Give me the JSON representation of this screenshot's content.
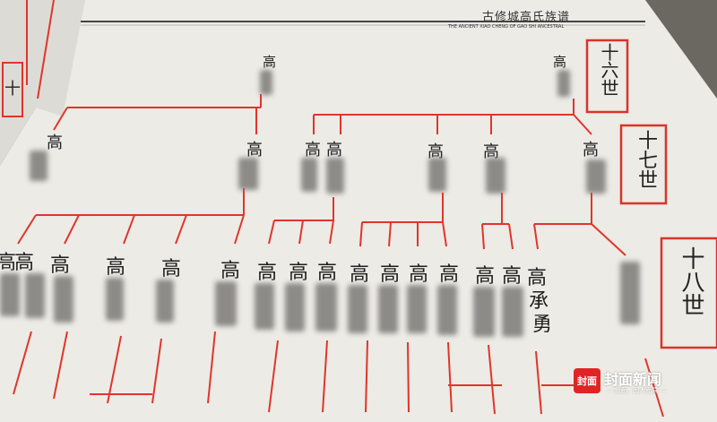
{
  "header": {
    "title": "古修城高氏族谱",
    "subtitle": "THE ANCIENT XIAO CHENG OF GAO SHI ANCESTRAL"
  },
  "generations": [
    "十六世",
    "十七世",
    "十八世"
  ],
  "left_page_generation": "十",
  "surname": "高",
  "visible_person": {
    "given_1": "承",
    "given_2": "勇"
  },
  "watermark": {
    "badge": "封面",
    "name": "封面新闻",
    "slogan": "— 封面，因人而异 —",
    "badge_color": "#e02426"
  },
  "colors": {
    "line": "#e0352c",
    "box": "#d9342b",
    "paper": "#ece9e3"
  }
}
